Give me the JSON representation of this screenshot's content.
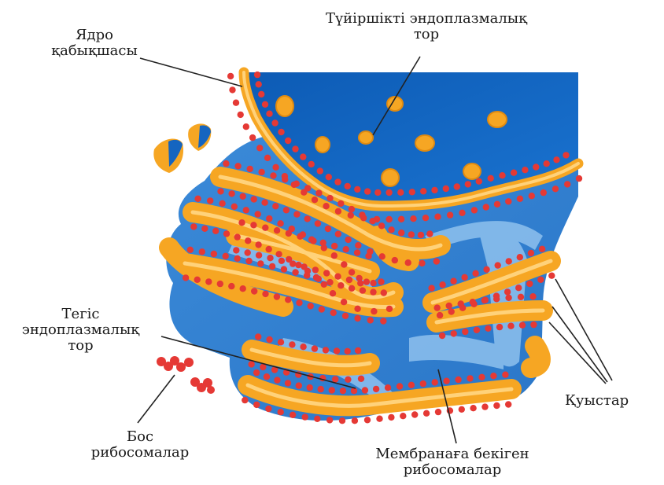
{
  "labels": {
    "nuclear_envelope": [
      "Ядро",
      "қабықшасы"
    ],
    "rough_er": [
      "Түйіршікті эндоплазмалық",
      "тор"
    ],
    "smooth_er": [
      "Тегіс",
      "эндоплазмалық",
      "тор"
    ],
    "free_ribosomes": [
      "Бос",
      "рибосомалар"
    ],
    "membrane_ribosomes": [
      "Мембранаға бекіген",
      "рибосомалар"
    ],
    "cisternae": "Қуыстар"
  },
  "colors": {
    "nucleus_blue": "#1565c0",
    "er_blue": "#2f7fd0",
    "lumen_light": "#8ec1ee",
    "membrane_orange": "#f6a623",
    "membrane_highlight": "#ffd27a",
    "ribosome_red": "#e53935",
    "leader_line": "#222222"
  }
}
